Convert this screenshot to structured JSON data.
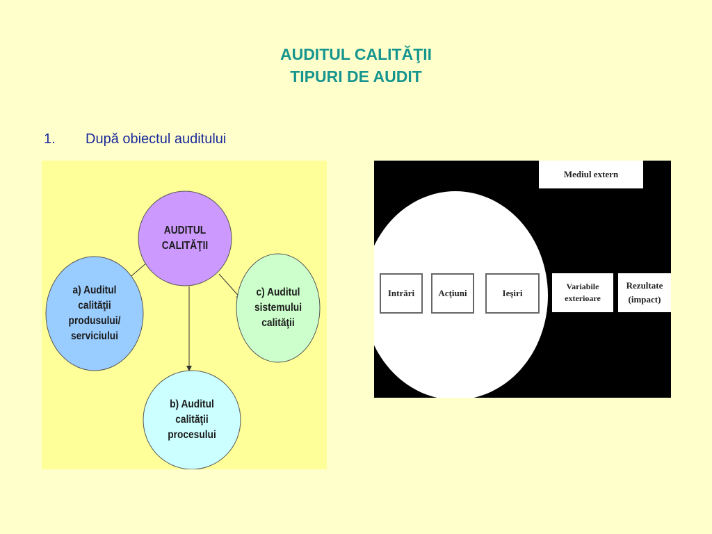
{
  "slide": {
    "title_line1": "AUDITUL CALITĂŢII",
    "title_line2": "TIPURI DE AUDIT",
    "list_number": "1.",
    "list_text": "După obiectul auditului"
  },
  "left_diagram": {
    "center": "AUDITUL\nCALITĂŢII",
    "left": "a) Auditul\ncalităţii\nprodusului/\nserviciului",
    "right": "c) Auditul\nsistemului\ncalităţii",
    "bottom": "b) Auditul\ncalităţii\nprocesului"
  },
  "right_diagram": {
    "environment": "Mediul extern",
    "inputs": "Intrări",
    "actions": "Acţiuni",
    "outputs": "Ieşiri",
    "variables": "Variabile\nexterioare",
    "results": "Rezultate\n(impact)"
  },
  "colors": {
    "background": "#ffffcc",
    "title": "#16958f",
    "list_text": "#1a2a9a",
    "left_panel": "#ffff99",
    "center_circle": "#cc99ff",
    "left_circle": "#99ccff",
    "right_circle": "#ccffcc",
    "bottom_circle": "#ccffff"
  }
}
